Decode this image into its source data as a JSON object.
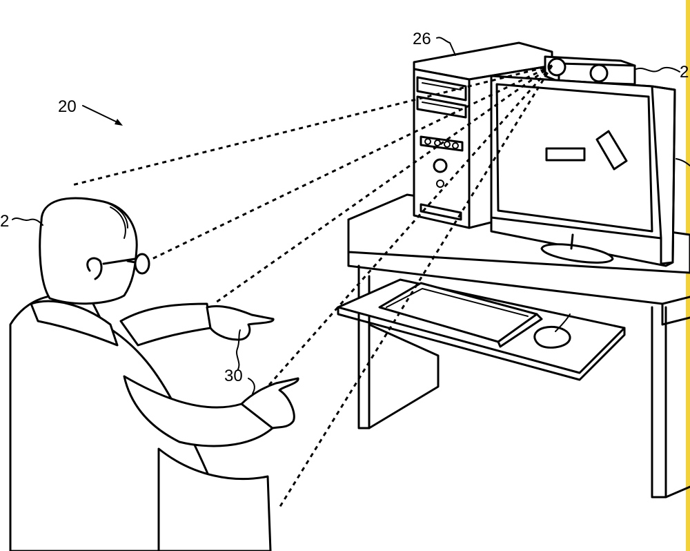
{
  "figure": {
    "labels": {
      "system": "20",
      "computer": "26",
      "sensor": "2",
      "user": "2",
      "hand": "30"
    },
    "colors": {
      "ink": "#000000",
      "background": "#ffffff",
      "border_accent": "#f2d13a"
    }
  }
}
